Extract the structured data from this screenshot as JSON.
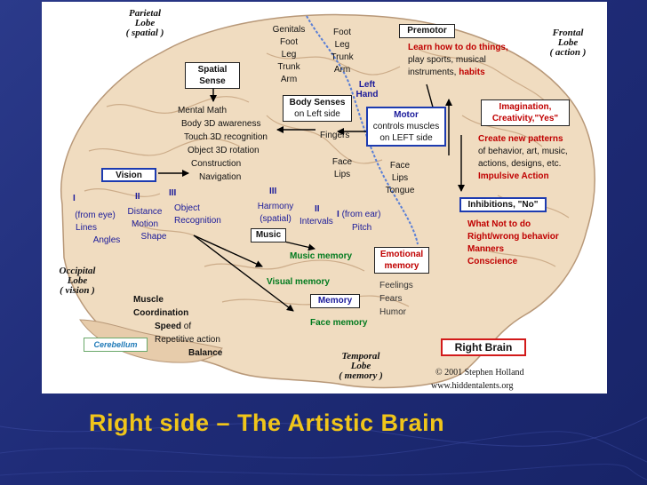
{
  "slide_title": "Right side – The Artistic Brain",
  "lobes": {
    "parietal": [
      "Parietal",
      "Lobe",
      "( spatial )"
    ],
    "frontal": [
      "Frontal",
      "Lobe",
      "( action )"
    ],
    "occipital": [
      "Occipital",
      "Lobe",
      "( vision )"
    ],
    "temporal": [
      "Temporal",
      "Lobe",
      "( memory )"
    ]
  },
  "body_col1": [
    "Genitals",
    "Foot",
    "Leg",
    "Trunk",
    "Arm"
  ],
  "body_col2": [
    "Foot",
    "Leg",
    "Trunk",
    "Arm"
  ],
  "left_hand": [
    "Left",
    "Hand"
  ],
  "premotor": {
    "title": "Premotor",
    "line1": "Learn how to do things,",
    "line2": "play sports, musical",
    "line3a": "instruments, ",
    "line3b": "habits"
  },
  "spatial_sense": [
    "Spatial",
    "Sense"
  ],
  "spatial_list": [
    "Mental Math",
    "Body 3D awareness",
    "Touch 3D recognition",
    "Object 3D rotation",
    "Construction",
    "Navigation"
  ],
  "body_senses": {
    "title": "Body Senses",
    "sub": "on Left side"
  },
  "fingers": "Fingers",
  "motor": {
    "title": "Motor",
    "line1": "controls muscles",
    "line2": "on LEFT side"
  },
  "imagination": [
    "Imagination,",
    "Creativity,\"Yes\""
  ],
  "create_patterns": [
    "Create new patterns",
    "of behavior, art, music,",
    "actions, designs, etc.",
    "Impulsive Action"
  ],
  "face_lips_1": [
    "Face",
    "Lips"
  ],
  "face_lips_2": [
    "Face",
    "Lips",
    "Tongue"
  ],
  "vision": "Vision",
  "vision_levels": {
    "one": "I",
    "one_items": [
      "(from eye)",
      "Lines",
      "Angles"
    ],
    "two": "II",
    "two_items": [
      "Distance",
      "Motion",
      "Shape"
    ],
    "three": "III",
    "three_items": [
      "Object",
      "Recognition"
    ]
  },
  "hearing_levels": {
    "three": "III",
    "three_items": [
      "Harmony",
      "(spatial)"
    ],
    "two": "II",
    "two_items": [
      "Intervals"
    ],
    "one": "I",
    "one_from": "(from ear)",
    "one_items": [
      "Pitch"
    ]
  },
  "inhibitions": {
    "title": "Inhibitions, \"No\"",
    "items": [
      "What Not to do",
      "Right/wrong behavior",
      "Manners",
      "Conscience"
    ]
  },
  "music": "Music",
  "music_memory": "Music memory",
  "emotional_memory": [
    "Emotional",
    "memory"
  ],
  "emotions": [
    "Feelings",
    "Fears",
    "Humor"
  ],
  "visual_memory": "Visual memory",
  "memory": "Memory",
  "face_memory": "Face memory",
  "muscle": {
    "line1": "Muscle",
    "line2": "Coordination",
    "speed": "Speed",
    "of": " of",
    "line4": "Repetitive action",
    "balance": "Balance"
  },
  "cerebellum": "Cerebellum",
  "right_brain": "Right Brain",
  "copyright": "© 2001 Stephen Holland",
  "website": "www.hiddentalents.org"
}
